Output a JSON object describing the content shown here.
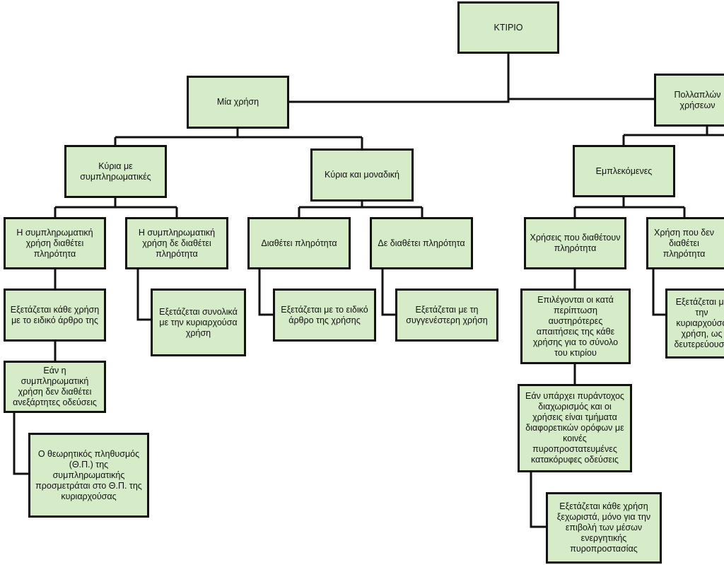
{
  "diagram": {
    "root": "ΚΤΙΡΙΟ",
    "single_use": "Μία χρήση",
    "multi_use": "Πολλαπλών χρήσεων",
    "main_with_complementary": "Κύρια με\nσυμπληρωματικές",
    "main_and_only": "Κύρια και μοναδική",
    "mixed": "Εμπλεκόμενες",
    "comp_has_occupancy": "Η συμπληρωματική\nχρήση διαθέτει\nπληρότητα",
    "comp_no_occupancy": "Η συμπληρωματική\nχρήση δε διαθέτει\nπληρότητα",
    "has_occupancy": "Διαθέτει πληρότητα",
    "no_occupancy": "Δε διαθέτει πληρότητα",
    "uses_with_occupancy": "Χρήσεις που διαθέτουν\nπληρότητα",
    "use_without_occupancy": "Χρήση που δεν\nδιαθέτει\nπληρότητα",
    "examine_each_article": "Εξετάζεται κάθε χρήση\nμε το ειδικό άρθρο της",
    "examine_with_dominant": "Εξετάζεται συνολικά\nμε την κυριαρχούσα\nχρήση",
    "examine_specific_article": "Εξετάζεται με το ειδικό\nάρθρο της χρήσης",
    "examine_closest_use": "Εξετάζεται με τη\nσυγγενέστερη χρήση",
    "strictest_requirements": "Επιλέγονται οι κατά\nπερίπτωση\nαυστηρότερες\nαπαιτήσεις της κάθε\nχρήσης για το σύνολο\nτου κτιρίου",
    "examine_dominant_secondary": "Εξετάζεται με\nτην κυριαρχούσα\nχρήση, ως\nδευτερεύουσα",
    "if_no_independent_exits": "Εάν η\nσυμπληρωματική\nχρήση δεν διαθέτει\nανεξάρτητες οδεύσεις",
    "if_fire_separation": "Εάν υπάρχει πυράντοχος\nδιαχωρισμός και οι\nχρήσεις είναι τμήματα\nδιαφορετικών ορόφων με\nκοινές\nπυροπροστατευμένες\nκατακόρυφες οδεύσεις",
    "theoretical_population": "Ο θεωρητικός πληθυσμός\n(Θ.Π.) της\nσυμπληρωματικής\nπροσμετράται στο Θ.Π. της\nκυριαρχούσας",
    "examine_separately_active": "Εξετάζεται κάθε χρήση\nξεχωριστά, μόνο για την\nεπιβολή των μέσων\nενεργητικής\nπυροπροστασίας"
  },
  "colors": {
    "box_fill": "#d6ecc8",
    "box_border": "#111111",
    "line": "#111111"
  }
}
